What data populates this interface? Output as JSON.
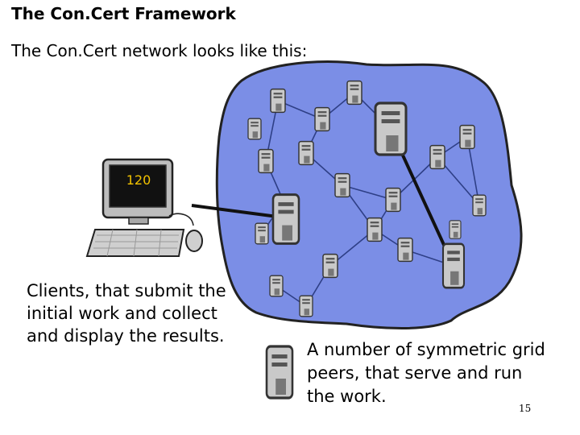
{
  "title": "The Con.Cert Framework",
  "subtitle": "The Con.Cert network looks like this:",
  "client": {
    "screen_value": "120",
    "caption": "Clients, that submit the initial work and collect and display the results."
  },
  "peers": {
    "caption": "A number of symmetric grid peers, that serve and run the work."
  },
  "slide_number": "15",
  "colors": {
    "network_cloud": "#7b8ee6",
    "network_cloud_outline": "#222222",
    "screen_text": "#f2c200",
    "server_body": "#c9c9c9"
  }
}
